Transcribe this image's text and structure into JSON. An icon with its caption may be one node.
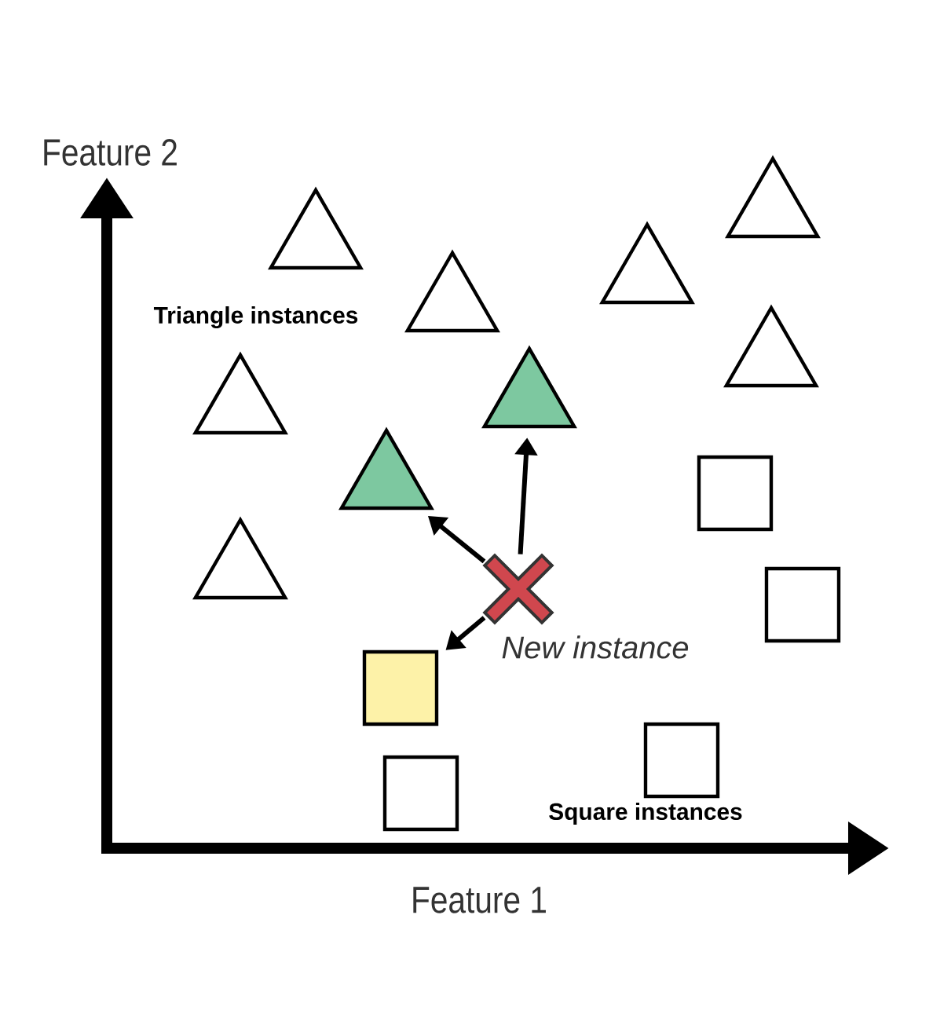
{
  "diagram": {
    "nodes": [
      {
        "text": [],
        "shape": "cross",
        "beside": [
          "New instance"
        ]
      },
      {
        "text": [],
        "shape": "triangle"
      },
      {
        "text": [],
        "shape": "triangle"
      },
      {
        "text": [],
        "shape": "triangle"
      },
      {
        "text": [],
        "shape": "triangle"
      },
      {
        "text": [],
        "shape": "triangle"
      },
      {
        "text": [],
        "shape": "triangle"
      },
      {
        "text": [],
        "shape": "triangle"
      },
      {
        "text": [],
        "shape": "triangle"
      },
      {
        "text": [],
        "shape": "triangle"
      },
      {
        "text": [],
        "shape": "box"
      },
      {
        "text": [],
        "shape": "box"
      },
      {
        "text": [],
        "shape": "box"
      },
      {
        "text": [],
        "shape": "box"
      },
      {
        "text": [],
        "shape": "box"
      }
    ],
    "edges": [
      {
        "from": 0,
        "to": 4,
        "arrow": "to"
      },
      {
        "from": 0,
        "to": 6,
        "arrow": "to"
      },
      {
        "from": 0,
        "to": 10,
        "arrow": "to"
      }
    ],
    "labels": [
      "Feature 2",
      "Triangle instances",
      "Square instances",
      "Feature 1"
    ]
  }
}
